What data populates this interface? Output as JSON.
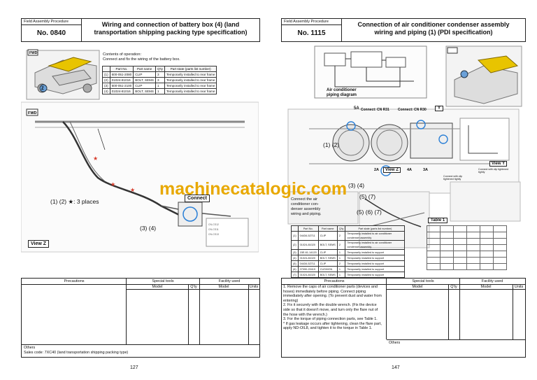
{
  "watermark": "machinecatalogic.com",
  "left": {
    "header_tag": "Field Assembly Procedure",
    "number": "No. 0840",
    "title_line1": "Wiring and connection of battery box (4) (land",
    "title_line2": "transportation shipping packing type specification)",
    "ops_line1": "Contents of operation:",
    "ops_line2": "Connect and fix the wiring of the battery box.",
    "parts_headers": [
      "",
      "Part No.",
      "Part name",
      "Q'ty",
      "Part state (parts list number)"
    ],
    "parts": [
      [
        "(1)",
        "600-051-2080",
        "CLIP",
        "3",
        "Temporarily installed to rear frame"
      ],
      [
        "(2)",
        "01024-81016",
        "BOLT, SEMS",
        "3",
        "Temporarily installed to rear frame"
      ],
      [
        "(3)",
        "600-051-2100",
        "CLIP",
        "1",
        "Temporarily installed to rear frame"
      ],
      [
        "(4)",
        "01024-81016",
        "BOLT, SEMS",
        "1",
        "Temporarily installed to rear frame"
      ]
    ],
    "callout_places": "(1) (2) ★: 3 places",
    "callout_34": "(3) (4)",
    "connect_label": "Connect",
    "fwd_label": "FWD",
    "z_label": "Z",
    "view_label": "View Z",
    "precautions": "Precautions",
    "special_tools": "Special tools",
    "facility_used": "Facility used",
    "model": "Model",
    "qty": "Q'ty",
    "units": "Units",
    "others_label": "Others",
    "others_text": "Sales code:  7XC40 (land transportation shipping packing type)",
    "page_number": "127"
  },
  "right": {
    "header_tag": "Field Assembly Procedure",
    "number": "No. 1115",
    "title_line1": "Connection of air conditioner condenser assembly",
    "title_line2": "wiring and piping (1) (PDI specification)",
    "piping_label_1": "Air conditioner",
    "piping_label_2": "piping diagram",
    "connect_cn31": "Connect: CN R31",
    "connect_cn30": "Connect: CN R30",
    "label_5a": "5A",
    "label_y": "Y",
    "label_2a": "2A",
    "view_z": "View Z",
    "label_4a": "4A",
    "label_3a": "3A",
    "view_y": "View Y",
    "callout_12": "(1) (2)",
    "callout_34": "(3) (4)",
    "callout_57": "(5) (7)",
    "callout_567": "(5) (6) (7)",
    "connect_clip_1": "Connect with clip tightened tightly",
    "connect_clip_2": "Connect with clip tightened tightly",
    "ops_lines": [
      "Connect the air",
      "conditioner con-",
      "denser assembly",
      "wiring and piping."
    ],
    "parts_headers": [
      "",
      "Part No.",
      "Part name",
      "Q'ty",
      "Part state (parts list number)"
    ],
    "parts": [
      [
        "(1)",
        "04434-52711",
        "CLIP",
        "2",
        "Temporarily installed to air conditioner condenser assembly"
      ],
      [
        "(2)",
        "01024-81020",
        "BOLT, SEMS",
        "2",
        "Temporarily installed to air conditioner condenser assembly"
      ],
      [
        "(3)",
        "15E-61-14120",
        "CLIP",
        "1",
        "Temporarily installed to support"
      ],
      [
        "(4)",
        "01024-81020",
        "BOLT, SEMS",
        "1",
        "Temporarily installed to support"
      ],
      [
        "(5)",
        "04434-52711",
        "CLIP",
        "2",
        "Temporarily installed to support"
      ],
      [
        "(6)",
        "07090-20419",
        "CUSHION",
        "1",
        "Temporarily installed to support"
      ],
      [
        "(7)",
        "01024-81020",
        "BOLT, SEMS",
        "1",
        "Temporarily installed to support"
      ]
    ],
    "table1_label": "Table 1",
    "precautions": "Precautions",
    "precaution_items": [
      "1.  Remove the caps of air conditioner parts (devices and hoses) immediately before piping. Connect piping immediately after opening. (To prevent dust and water from entering)",
      "2.  Fix it securely with the double wrench. (Fix the device side so that it doesn't move, and turn only the flare nut of the hose with the wrench.)",
      "3.  For the torque of piping connection parts, see Table 1.",
      "*   If gas leakage occurs after tightening, clean the flare part, apply ND-OIL8, and tighten it to the torque in Table 1."
    ],
    "special_tools": "Special tools",
    "facility_used": "Facility used",
    "model": "Model",
    "qty": "Q'ty",
    "units": "Units",
    "others_label": "Others",
    "page_number": "147"
  },
  "colors": {
    "accent_yellow": "#e8c400",
    "watermark": "#e8a800",
    "star": "#d63a2a",
    "highlight_blue": "#2a7fd6"
  }
}
